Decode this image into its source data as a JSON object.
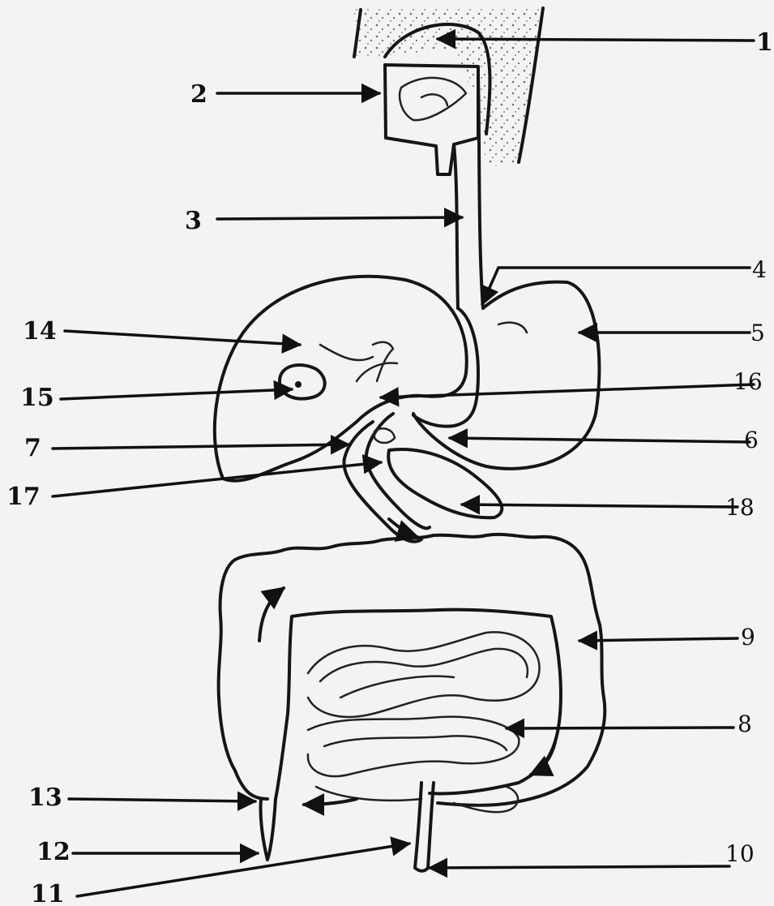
{
  "labels": [
    "1",
    "2",
    "3",
    "4",
    "5",
    "6",
    "7",
    "8",
    "9",
    "10",
    "11",
    "12",
    "13",
    "14",
    "15",
    "16",
    "17",
    "18"
  ]
}
